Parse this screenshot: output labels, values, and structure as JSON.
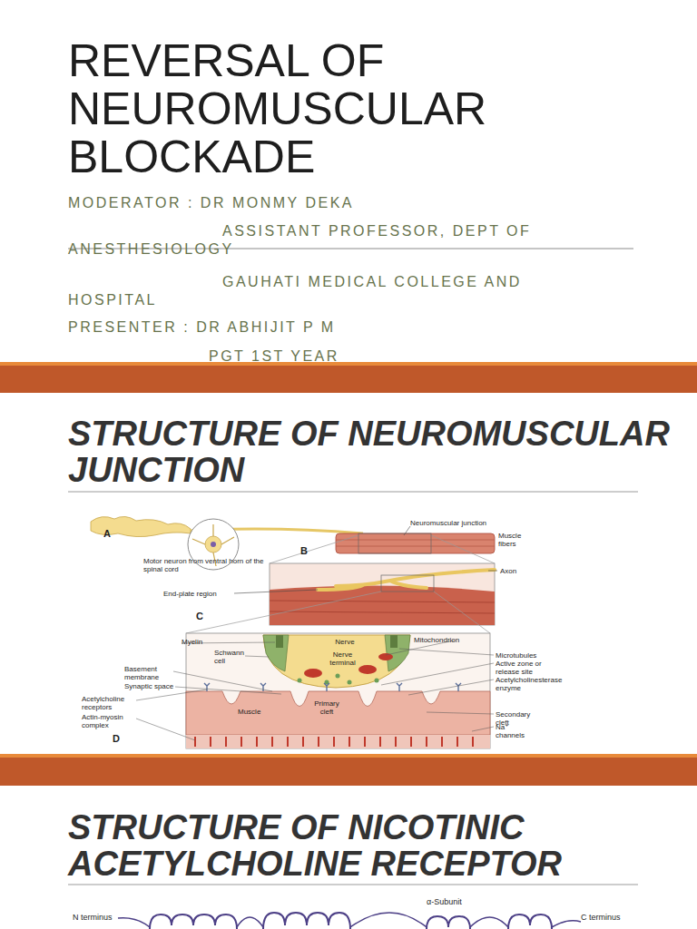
{
  "diagram": {
    "title": "REVERSAL OF NEUROMUSCULAR BLOCKADE",
    "labels": [
      "MODERATOR : DR MONMY DEKA",
      "ASSISTANT PROFESSOR, DEPT OF ANESTHESIOLOGY",
      "GAUHATI MEDICAL COLLEGE AND HOSPITAL",
      "PRESENTER : DR ABHIJIT P M",
      "PGT 1ST YEAR",
      "STRUCTURE OF NEUROMUSCULAR JUNCTION",
      "Neuromuscular junction",
      "Muscle fibers",
      "A",
      "Motor neuron from ventral horn of the spinal cord",
      "B",
      "Axon",
      "End-plate region",
      "C",
      "Myelin",
      "Nerve",
      "Nerve terminal",
      "Mitochondrion",
      "Schwann cell",
      "Microtubules",
      "Basement membrane",
      "Active zone or release site",
      "Synaptic space",
      "Acetylcholinesterase enzyme",
      "Acetylcholine receptors",
      "Muscle",
      "Primary cleft",
      "Secondary cleft",
      "Actin-myosin complex",
      "Na⁺ channels",
      "D",
      "STRUCTURE OF NICOTINIC ACETYLCHOLINE RECEPTOR",
      "N terminus",
      "α-Subunit",
      "C terminus"
    ]
  }
}
